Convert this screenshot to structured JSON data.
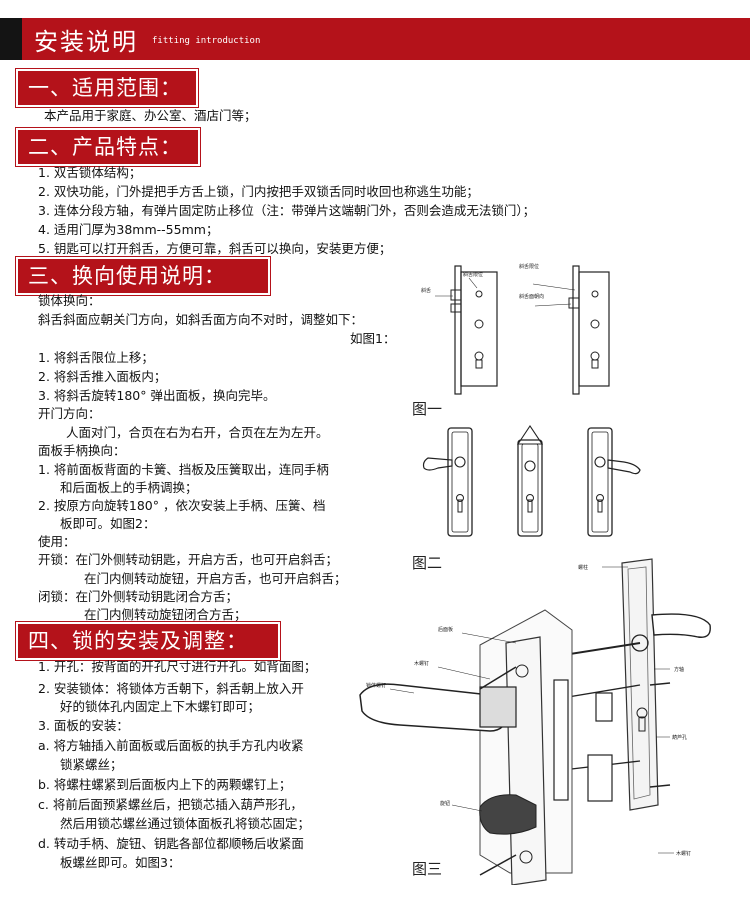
{
  "header": {
    "title_cn": "安装说明",
    "title_en": "fitting introduction"
  },
  "sections": {
    "s1": "一、适用范围：",
    "s2": "二、产品特点：",
    "s3": "三、换向使用说明：",
    "s4": "四、锁的安装及调整："
  },
  "scope_text": "本产品用于家庭、办公室、酒店门等；",
  "features": [
    "1.  双舌锁体结构；",
    "2.  双快功能，门外提把手方舌上锁，门内按把手双锁舌同时收回也称逃生功能；",
    "3.  连体分段方轴，有弹片固定防止移位（注：带弹片这端朝门外，否则会造成无法锁门）；",
    "4.  适用门厚为38mm--55mm；",
    "5.  钥匙可以打开斜舌，方便可靠，斜舌可以换向，安装更方便；"
  ],
  "reversal": {
    "l1": "锁体换向：",
    "l2": "斜舌斜面应朝关门方向，如斜舌面方向不对时，调整如下：",
    "l3": "如图1：",
    "l4": "1.  将斜舌限位上移；",
    "l5": "2.  将斜舌推入面板内；",
    "l6": "3.  将斜舌旋转180° 弹出面板，换向完毕。",
    "l7": "开门方向：",
    "l8": "人面对门，合页在右为右开，合页在左为左开。",
    "l9": "面板手柄换向：",
    "l10": "1.  将前面板背面的卡簧、挡板及压簧取出，连同手柄",
    "l11": "和后面板上的手柄调换；",
    "l12": "2.  按原方向旋转180° ，依次安装上手柄、压簧、档",
    "l13": "板即可。如图2：",
    "l14": "使用：",
    "l15": "开锁：在门外侧转动钥匙，开启方舌，也可开启斜舌；",
    "l16": "在门内侧转动旋钮，开启方舌，也可开启斜舌；",
    "l17": "闭锁：在门外侧转动钥匙闭合方舌；",
    "l18": "在门内侧转动旋钮闭合方舌；"
  },
  "install": {
    "l1": "1.  开孔：按背面的开孔尺寸进行开孔。如背面图；",
    "l2": "2.  安装锁体：将锁体方舌朝下，斜舌朝上放入开",
    "l3": "好的锁体孔内固定上下木螺钉即可；",
    "l4": "3.  面板的安装：",
    "l5": "a.   将方轴插入前面板或后面板的执手方孔内收紧",
    "l6": "锁紧螺丝；",
    "l7": "b.   将螺柱螺紧到后面板内上下的两颗螺钉上；",
    "l8": "c.   将前后面预紧螺丝后，把锁芯插入葫芦形孔，",
    "l9": "然后用锁芯螺丝通过锁体面板孔将锁芯固定；",
    "l10": "d.   转动手柄、旋钮、钥匙各部位都顺畅后收紧面",
    "l11": "板螺丝即可。如图3："
  },
  "figures": {
    "fig1": "图一",
    "fig2": "图二",
    "fig3": "图三",
    "fig1_labels": [
      "斜舌",
      "斜舌限位",
      "斜舌限位",
      "斜舌面朝向"
    ],
    "fig3_labels": [
      "螺柱",
      "后面板",
      "方轴",
      "木螺钉",
      "锁体螺钉",
      "旋钮",
      "葫芦孔",
      "木螺钉"
    ]
  }
}
